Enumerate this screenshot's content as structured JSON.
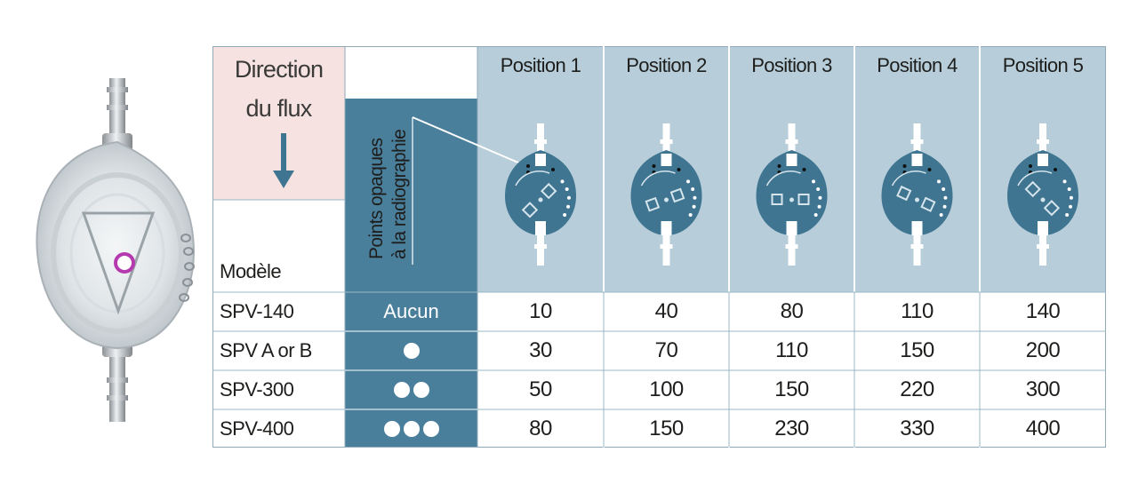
{
  "header": {
    "flow_direction_line1": "Direction",
    "flow_direction_line2": "du flux",
    "model_label": "Modèle",
    "opaque_points_line1": "Points opaques",
    "opaque_points_line2": "à la radiographie"
  },
  "positions": [
    "Position 1",
    "Position 2",
    "Position 3",
    "Position 4",
    "Position 5"
  ],
  "rows": [
    {
      "model": "SPV-140",
      "opaque": "Aucun",
      "dots": 0,
      "values": [
        "10",
        "40",
        "80",
        "110",
        "140"
      ]
    },
    {
      "model": "SPV A or B",
      "opaque": "",
      "dots": 1,
      "values": [
        "30",
        "70",
        "110",
        "150",
        "200"
      ]
    },
    {
      "model": "SPV-300",
      "opaque": "",
      "dots": 2,
      "values": [
        "50",
        "100",
        "150",
        "220",
        "300"
      ]
    },
    {
      "model": "SPV-400",
      "opaque": "",
      "dots": 3,
      "values": [
        "80",
        "150",
        "230",
        "330",
        "400"
      ]
    }
  ],
  "colors": {
    "header_blue_light": "#b7ceda",
    "opaque_column_blue": "#4a7f9c",
    "valve_blue": "#3f7591",
    "flow_pink": "#f6e3e1",
    "arrow_blue": "#3f7591",
    "grid_line": "#9bb7c7"
  },
  "icons": [
    "device-photo",
    "down-arrow-icon",
    "valve-icon"
  ]
}
